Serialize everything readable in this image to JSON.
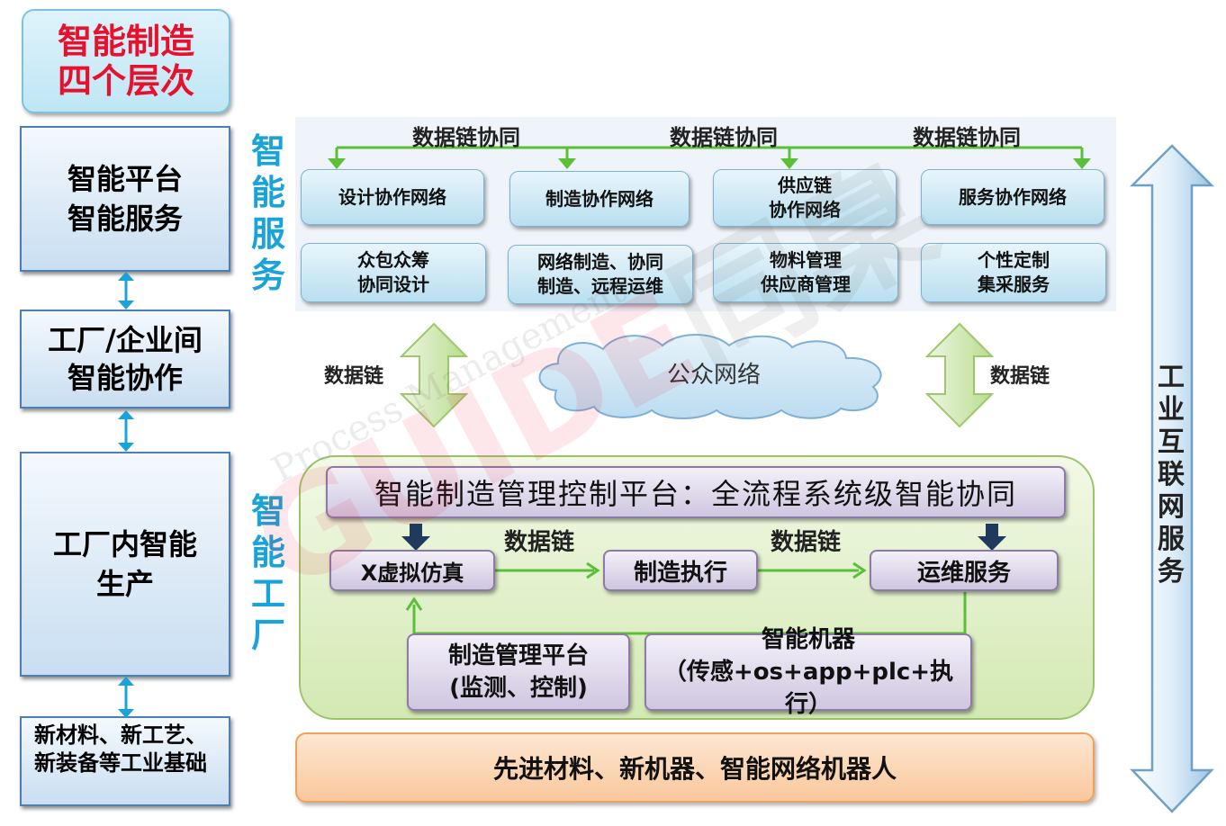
{
  "title": {
    "line1": "智能制造",
    "line2": "四个层次"
  },
  "levels": [
    {
      "line1": "智能平台",
      "line2": "智能服务"
    },
    {
      "line1": "工厂/企业间",
      "line2": "智能协作"
    },
    {
      "line1": "工厂内智能",
      "line2": "生产"
    },
    {
      "text": "新材料、新工艺、新装备等工业基础"
    }
  ],
  "labels": {
    "smart_service": "智能服务",
    "smart_factory": "智能工厂",
    "industrial_internet": "工业互联网服务"
  },
  "sync_labels": [
    "数据链协同",
    "数据链协同",
    "数据链协同"
  ],
  "service_row1": [
    {
      "l1": "设计协作网络",
      "l2": ""
    },
    {
      "l1": "制造协作网络",
      "l2": ""
    },
    {
      "l1": "供应链",
      "l2": "协作网络"
    },
    {
      "l1": "服务协作网络",
      "l2": ""
    }
  ],
  "service_row2": [
    {
      "l1": "众包众筹",
      "l2": "协同设计"
    },
    {
      "l1": "网络制造、协同",
      "l2": "制造、远程运维"
    },
    {
      "l1": "物料管理",
      "l2": "供应商管理"
    },
    {
      "l1": "个性定制",
      "l2": "集采服务"
    }
  ],
  "data_chain": "数据链",
  "public_network": "公众网络",
  "factory": {
    "platform": "智能制造管理控制平台：全流程系统级智能协同",
    "sim": "X虚拟仿真",
    "exec": "制造执行",
    "ops": "运维服务",
    "mgmt_l1": "制造管理平台",
    "mgmt_l2": "(监测、控制)",
    "machine_l1": "智能机器",
    "machine_l2": "（传感+os+app+plc+执行）",
    "chain1": "数据链",
    "chain2": "数据链"
  },
  "base": "先进材料、新机器、智能网络机器人",
  "watermark": {
    "brand": "GUIDE",
    "cn": "同臬",
    "sub": "Process Management"
  },
  "colors": {
    "title_red": "#e8112d",
    "label_blue": "#1aa3d9",
    "arrow_green": "#5cbf3a",
    "dark_arrow": "#1f3a5c"
  }
}
